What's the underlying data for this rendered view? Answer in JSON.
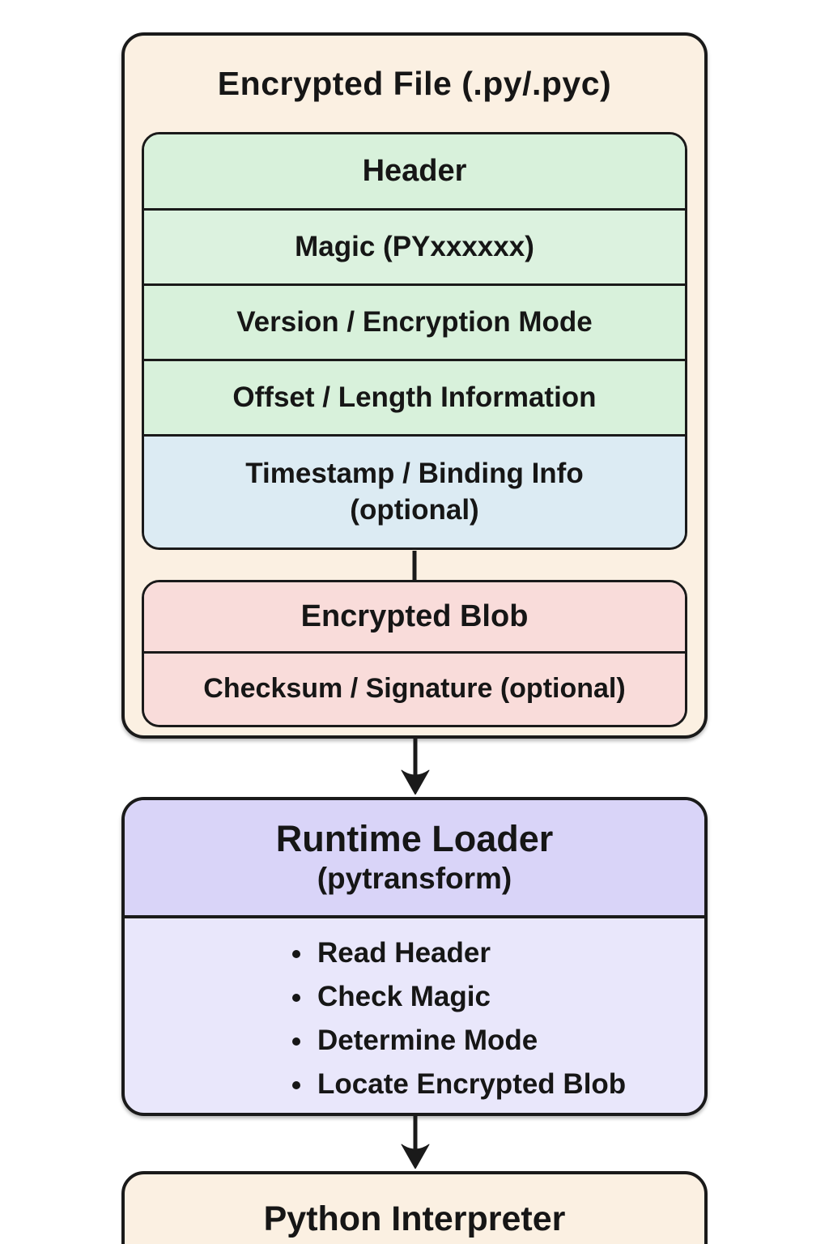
{
  "file_box": {
    "title": "Encrypted File (.py/.pyc)",
    "header_rows": [
      {
        "label": "Header"
      },
      {
        "label": "Magic (PYxxxxxx)"
      },
      {
        "label": "Version / Encryption Mode"
      },
      {
        "label": "Offset / Length Information"
      },
      {
        "lines": [
          "Timestamp / Binding Info",
          "(optional)"
        ]
      }
    ],
    "blob_rows": [
      {
        "label": "Encrypted Blob"
      },
      {
        "label": "Checksum / Signature (optional)"
      }
    ]
  },
  "loader_box": {
    "title": "Runtime Loader",
    "subtitle": "(pytransform)",
    "bullets": [
      "Read Header",
      "Check Magic",
      "Determine Mode",
      "Locate Encrypted Blob"
    ]
  },
  "interpreter_box": {
    "title": "Python Interpreter"
  },
  "colors": {
    "background": "#FFFFFF",
    "outer_fill": "#FBF0E2",
    "green_fill": "#D8F1DB",
    "blue_fill": "#DCEBF3",
    "pink_fill": "#F9DCDA",
    "purple_header_fill": "#D9D4F8",
    "purple_body_fill": "#E9E7FB",
    "border": "#1A1A1A",
    "text": "#161616"
  }
}
